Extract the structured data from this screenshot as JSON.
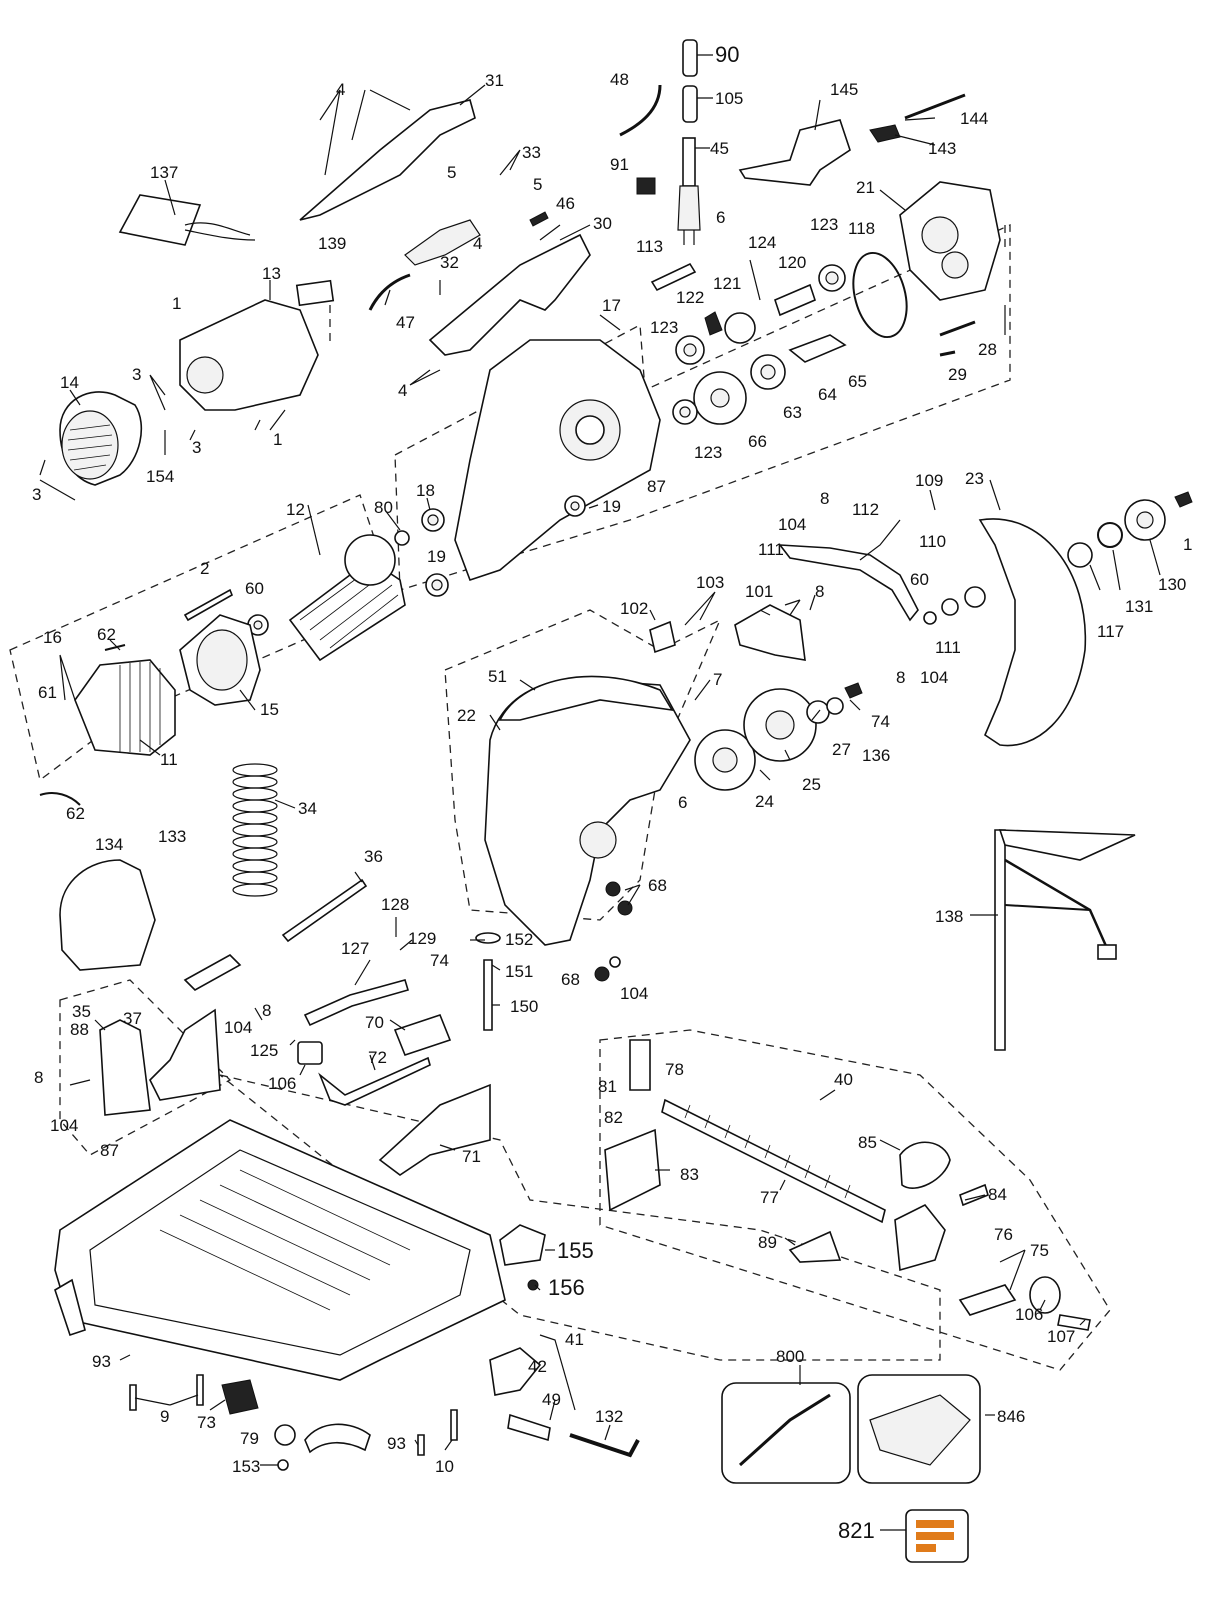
{
  "callouts": [
    {
      "id": "c90",
      "text": "90"
    },
    {
      "id": "c105",
      "text": "105"
    },
    {
      "id": "c48",
      "text": "48"
    },
    {
      "id": "c45",
      "text": "45"
    },
    {
      "id": "c91",
      "text": "91"
    },
    {
      "id": "c145",
      "text": "145"
    },
    {
      "id": "c144",
      "text": "144"
    },
    {
      "id": "c143",
      "text": "143"
    },
    {
      "id": "c4a",
      "text": "4"
    },
    {
      "id": "c31",
      "text": "31"
    },
    {
      "id": "c137",
      "text": "137"
    },
    {
      "id": "c33",
      "text": "33"
    },
    {
      "id": "c5a",
      "text": "5"
    },
    {
      "id": "c5b",
      "text": "5"
    },
    {
      "id": "c46",
      "text": "46"
    },
    {
      "id": "c30",
      "text": "30"
    },
    {
      "id": "c4b",
      "text": "4"
    },
    {
      "id": "c32",
      "text": "32"
    },
    {
      "id": "c139",
      "text": "139"
    },
    {
      "id": "c13",
      "text": "13"
    },
    {
      "id": "c47",
      "text": "47"
    },
    {
      "id": "c6a",
      "text": "6"
    },
    {
      "id": "c113",
      "text": "113"
    },
    {
      "id": "c124",
      "text": "124"
    },
    {
      "id": "c123a",
      "text": "123"
    },
    {
      "id": "c118",
      "text": "118"
    },
    {
      "id": "c21",
      "text": "21"
    },
    {
      "id": "c120",
      "text": "120"
    },
    {
      "id": "c121",
      "text": "121"
    },
    {
      "id": "c122",
      "text": "122"
    },
    {
      "id": "c123b",
      "text": "123"
    },
    {
      "id": "c17",
      "text": "17"
    },
    {
      "id": "c28",
      "text": "28"
    },
    {
      "id": "c29",
      "text": "29"
    },
    {
      "id": "c64",
      "text": "64"
    },
    {
      "id": "c65",
      "text": "65"
    },
    {
      "id": "c63",
      "text": "63"
    },
    {
      "id": "c66",
      "text": "66"
    },
    {
      "id": "c123c",
      "text": "123"
    },
    {
      "id": "c1a",
      "text": "1"
    },
    {
      "id": "c14",
      "text": "14"
    },
    {
      "id": "c3a",
      "text": "3"
    },
    {
      "id": "c3b",
      "text": "3"
    },
    {
      "id": "c3c",
      "text": "3"
    },
    {
      "id": "c1b",
      "text": "1"
    },
    {
      "id": "c154",
      "text": "154"
    },
    {
      "id": "c4c",
      "text": "4"
    },
    {
      "id": "c87a",
      "text": "87"
    },
    {
      "id": "c12",
      "text": "12"
    },
    {
      "id": "c80",
      "text": "80"
    },
    {
      "id": "c18",
      "text": "18"
    },
    {
      "id": "c19a",
      "text": "19"
    },
    {
      "id": "c19b",
      "text": "19"
    },
    {
      "id": "c109",
      "text": "109"
    },
    {
      "id": "c23",
      "text": "23"
    },
    {
      "id": "c8a",
      "text": "8"
    },
    {
      "id": "c104a",
      "text": "104"
    },
    {
      "id": "c112",
      "text": "112"
    },
    {
      "id": "c1c",
      "text": "1"
    },
    {
      "id": "c111a",
      "text": "111"
    },
    {
      "id": "c110",
      "text": "110"
    },
    {
      "id": "c130",
      "text": "130"
    },
    {
      "id": "c131",
      "text": "131"
    },
    {
      "id": "c117",
      "text": "117"
    },
    {
      "id": "c2",
      "text": "2"
    },
    {
      "id": "c60a",
      "text": "60"
    },
    {
      "id": "c103",
      "text": "103"
    },
    {
      "id": "c101",
      "text": "101"
    },
    {
      "id": "c8b",
      "text": "8"
    },
    {
      "id": "c60b",
      "text": "60"
    },
    {
      "id": "c102",
      "text": "102"
    },
    {
      "id": "c111b",
      "text": "111"
    },
    {
      "id": "c8c",
      "text": "8"
    },
    {
      "id": "c104b",
      "text": "104"
    },
    {
      "id": "c16",
      "text": "16"
    },
    {
      "id": "c62a",
      "text": "62"
    },
    {
      "id": "c61",
      "text": "61"
    },
    {
      "id": "c15",
      "text": "15"
    },
    {
      "id": "c11",
      "text": "11"
    },
    {
      "id": "c51",
      "text": "51"
    },
    {
      "id": "c7",
      "text": "7"
    },
    {
      "id": "c74a",
      "text": "74"
    },
    {
      "id": "c22",
      "text": "22"
    },
    {
      "id": "c27",
      "text": "27"
    },
    {
      "id": "c136",
      "text": "136"
    },
    {
      "id": "c25",
      "text": "25"
    },
    {
      "id": "c24",
      "text": "24"
    },
    {
      "id": "c62b",
      "text": "62"
    },
    {
      "id": "c34",
      "text": "34"
    },
    {
      "id": "c6b",
      "text": "6"
    },
    {
      "id": "c134",
      "text": "134"
    },
    {
      "id": "c133",
      "text": "133"
    },
    {
      "id": "c68a",
      "text": "68"
    },
    {
      "id": "c36",
      "text": "36"
    },
    {
      "id": "c138",
      "text": "138"
    },
    {
      "id": "c128",
      "text": "128"
    },
    {
      "id": "c152",
      "text": "152"
    },
    {
      "id": "c129",
      "text": "129"
    },
    {
      "id": "c127",
      "text": "127"
    },
    {
      "id": "c74b",
      "text": "74"
    },
    {
      "id": "c151",
      "text": "151"
    },
    {
      "id": "c68b",
      "text": "68"
    },
    {
      "id": "c104c",
      "text": "104"
    },
    {
      "id": "c35",
      "text": "35"
    },
    {
      "id": "c37",
      "text": "37"
    },
    {
      "id": "c8d",
      "text": "8"
    },
    {
      "id": "c104d",
      "text": "104"
    },
    {
      "id": "c150",
      "text": "150"
    },
    {
      "id": "c88",
      "text": "88"
    },
    {
      "id": "c125",
      "text": "125"
    },
    {
      "id": "c70",
      "text": "70"
    },
    {
      "id": "c106a",
      "text": "106"
    },
    {
      "id": "c72",
      "text": "72"
    },
    {
      "id": "c40",
      "text": "40"
    },
    {
      "id": "c81",
      "text": "81"
    },
    {
      "id": "c78",
      "text": "78"
    },
    {
      "id": "c82",
      "text": "82"
    },
    {
      "id": "c8e",
      "text": "8"
    },
    {
      "id": "c104e",
      "text": "104"
    },
    {
      "id": "c87b",
      "text": "87"
    },
    {
      "id": "c71",
      "text": "71"
    },
    {
      "id": "c85",
      "text": "85"
    },
    {
      "id": "c83",
      "text": "83"
    },
    {
      "id": "c77",
      "text": "77"
    },
    {
      "id": "c84",
      "text": "84"
    },
    {
      "id": "c155",
      "text": "155"
    },
    {
      "id": "c76",
      "text": "76"
    },
    {
      "id": "c89",
      "text": "89"
    },
    {
      "id": "c75",
      "text": "75"
    },
    {
      "id": "c156",
      "text": "156"
    },
    {
      "id": "c106b",
      "text": "106"
    },
    {
      "id": "c107",
      "text": "107"
    },
    {
      "id": "c41",
      "text": "41"
    },
    {
      "id": "c93a",
      "text": "93"
    },
    {
      "id": "c42",
      "text": "42"
    },
    {
      "id": "c800",
      "text": "800"
    },
    {
      "id": "c9",
      "text": "9"
    },
    {
      "id": "c73",
      "text": "73"
    },
    {
      "id": "c49",
      "text": "49"
    },
    {
      "id": "c132",
      "text": "132"
    },
    {
      "id": "c846",
      "text": "846"
    },
    {
      "id": "c79",
      "text": "79"
    },
    {
      "id": "c93b",
      "text": "93"
    },
    {
      "id": "c153",
      "text": "153"
    },
    {
      "id": "c10",
      "text": "10"
    },
    {
      "id": "c821",
      "text": "821"
    }
  ]
}
